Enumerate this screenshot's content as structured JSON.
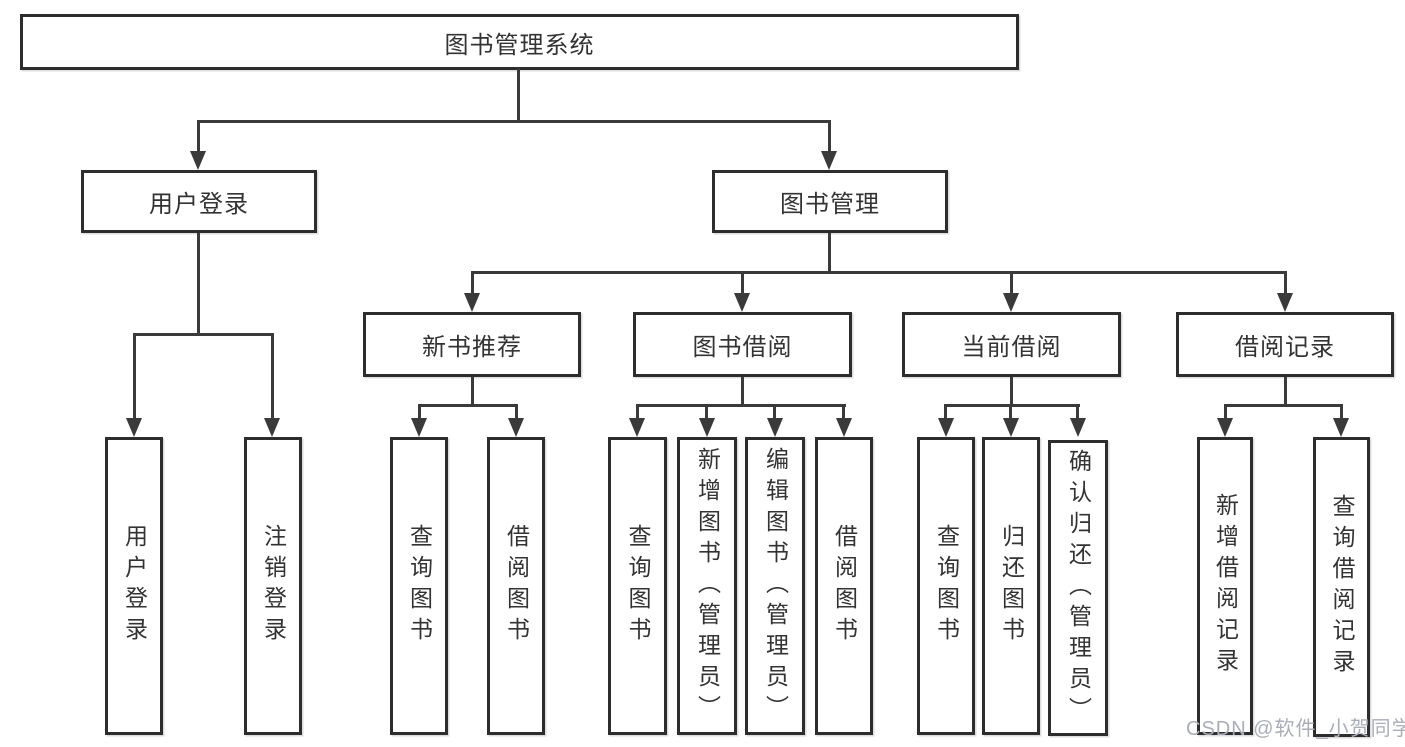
{
  "root": {
    "label": "图书管理系统"
  },
  "level2": {
    "user_login": "用户登录",
    "book_mgmt": "图书管理"
  },
  "level3": {
    "new_books": "新书推荐",
    "book_borrow": "图书借阅",
    "current_borrow": "当前借阅",
    "borrow_records": "借阅记录"
  },
  "leaves": {
    "user_login": [
      "用户登录",
      "注销登录"
    ],
    "new_books": [
      "查询图书",
      "借阅图书"
    ],
    "book_borrow": [
      "查询图书",
      "新增图书（管理员）",
      "编辑图书（管理员）",
      "借阅图书"
    ],
    "current_borrow": [
      "查询图书",
      "归还图书",
      "确认归还（管理员）"
    ],
    "borrow_records": [
      "新增借阅记录",
      "查询借阅记录"
    ]
  },
  "watermark": "CSDN @软件_小贺同学",
  "colors": {
    "line": "#3a3a3a",
    "border": "#2d2d2d",
    "background": "#ffffff",
    "text": "#333333",
    "watermark": "#a9aeb8"
  }
}
